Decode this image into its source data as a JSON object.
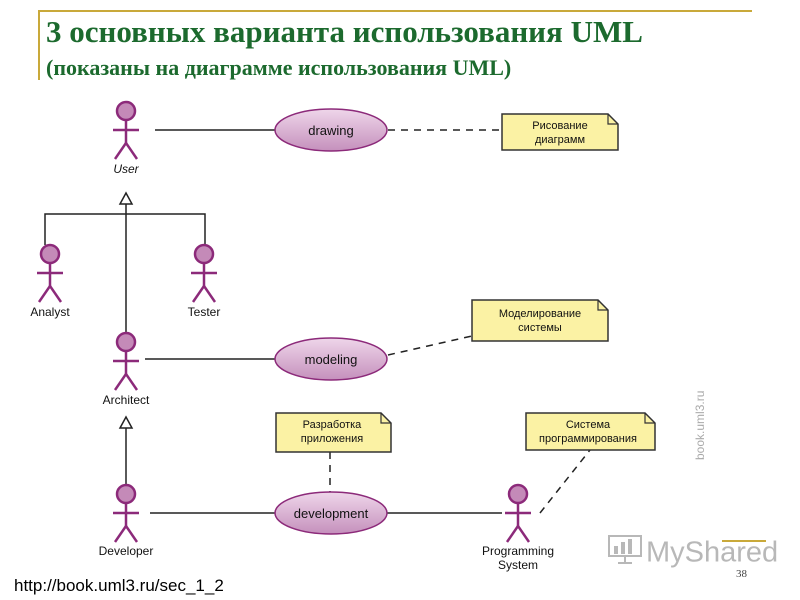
{
  "title": {
    "main": "3 основных варианта использования UML",
    "sub": "(показаны на диаграмме использования UML)"
  },
  "diagram": {
    "actors": {
      "user": "User",
      "analyst": "Analyst",
      "tester": "Tester",
      "architect": "Architect",
      "developer": "Developer",
      "programming_system_line1": "Programming",
      "programming_system_line2": "System"
    },
    "use_cases": {
      "drawing": "drawing",
      "modeling": "modeling",
      "development": "development"
    },
    "notes": {
      "drawing_line1": "Рисование",
      "drawing_line2": "диаграмм",
      "modeling_line1": "Моделирование",
      "modeling_line2": "системы",
      "development_line1": "Разработка",
      "development_line2": "приложения",
      "system_line1": "Система",
      "system_line2": "программирования"
    },
    "colors": {
      "actor_fill": "#c48ab8",
      "actor_stroke": "#8c2a7a",
      "usecase_fill": "#d6a9cf",
      "note_fill": "#fbf2a4",
      "title_green": "#1c6a2e",
      "frame_gold": "#c9a93a"
    }
  },
  "footer": {
    "url": "http://book.uml3.ru/sec_1_2",
    "page_number": "38"
  },
  "watermark": {
    "site": "book.uml3.ru",
    "logo_text": "MyShared"
  }
}
